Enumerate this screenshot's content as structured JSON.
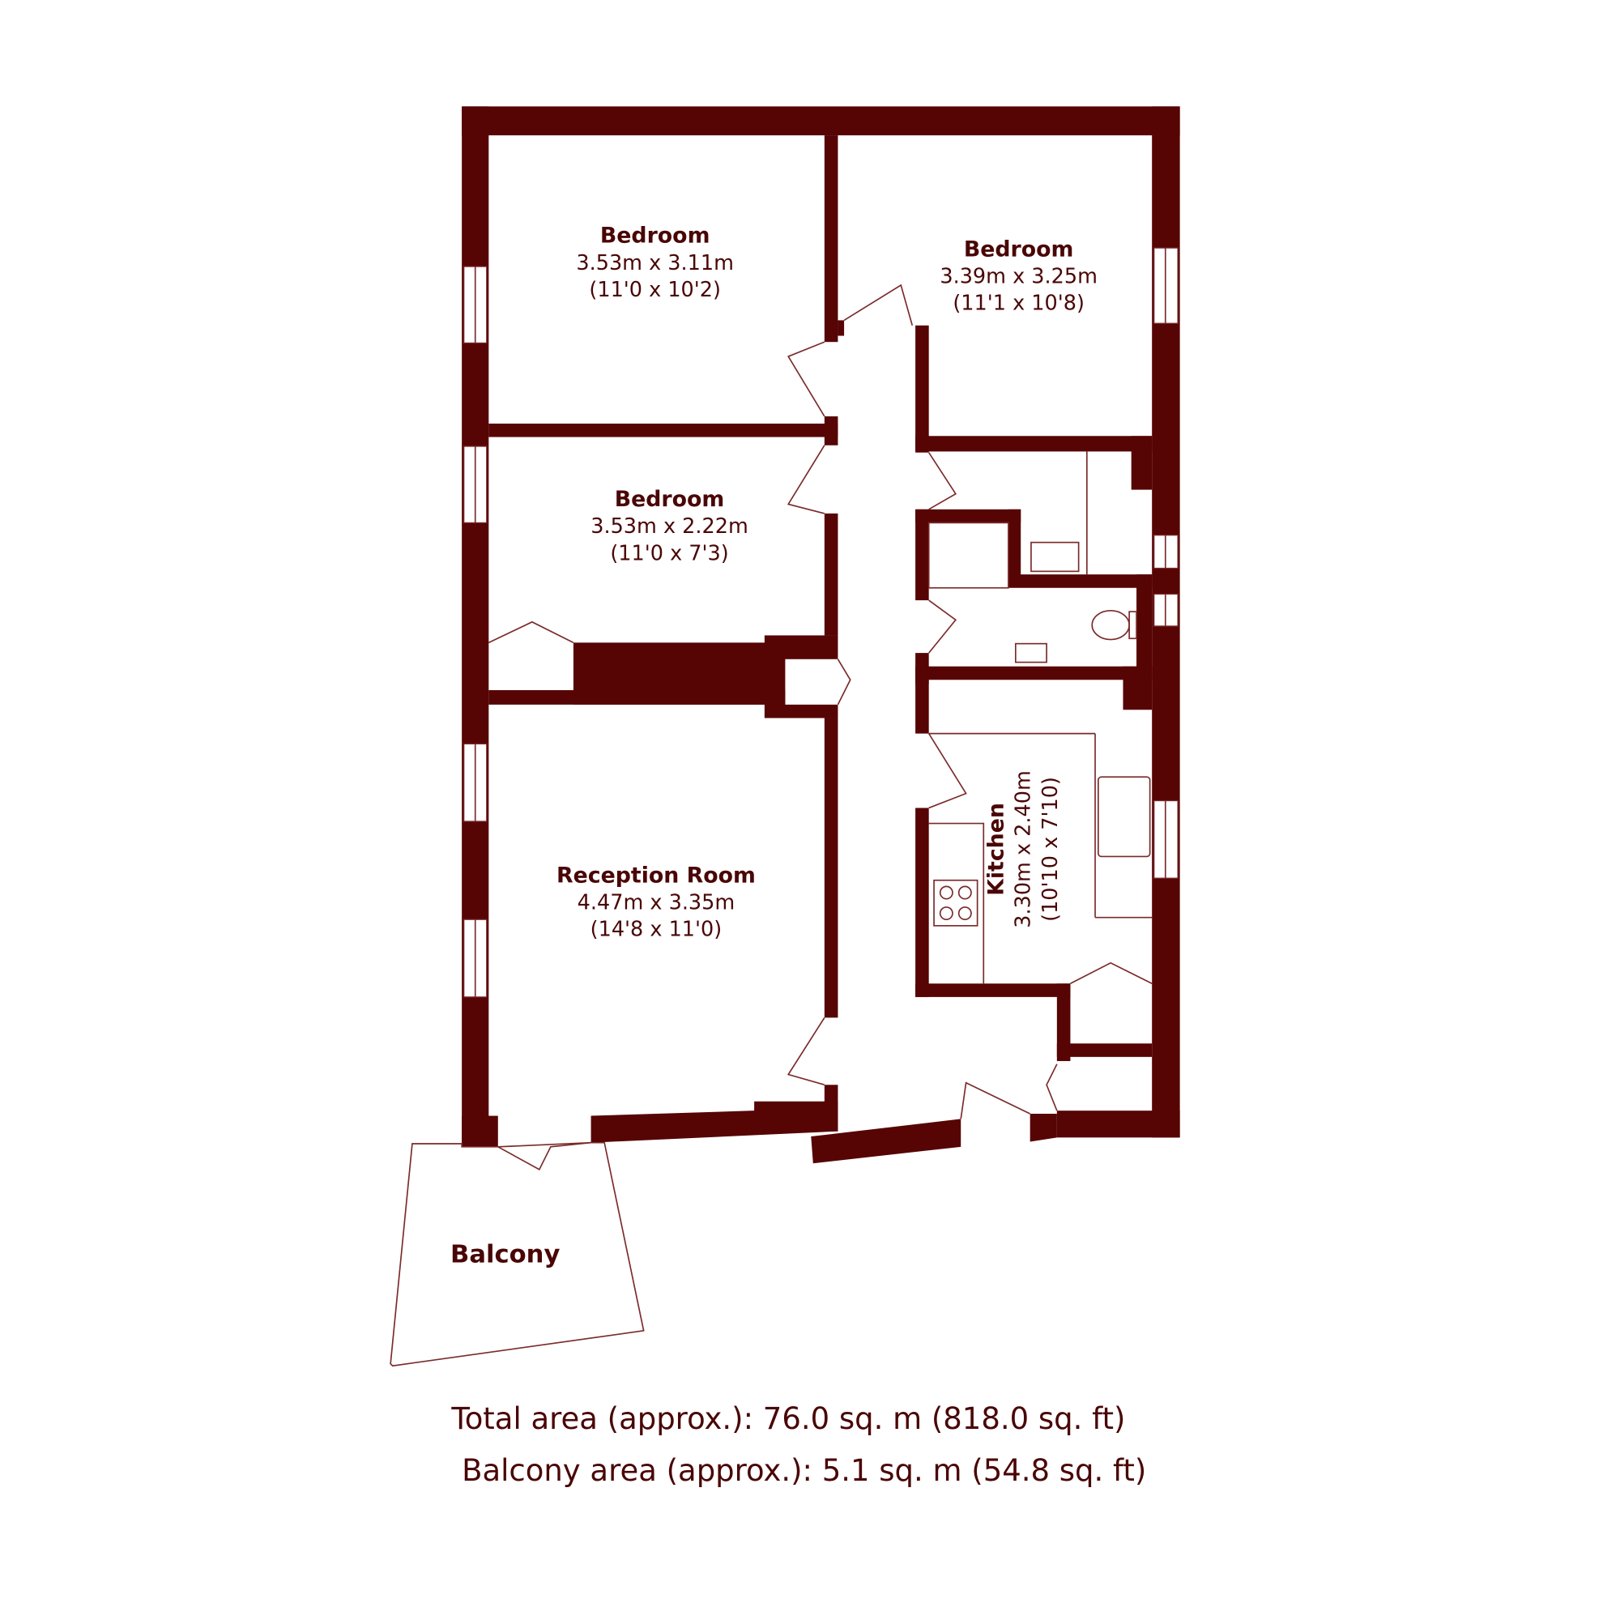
{
  "colors": {
    "wall": "#560404",
    "text": "#4a0606",
    "line": "#7a2a2a"
  },
  "rooms": {
    "bedroom1": {
      "name": "Bedroom",
      "metric": "3.53m x 3.11m",
      "imperial": "(11'0 x 10'2)"
    },
    "bedroom2": {
      "name": "Bedroom",
      "metric": "3.39m x 3.25m",
      "imperial": "(11'1 x 10'8)"
    },
    "bedroom3": {
      "name": "Bedroom",
      "metric": "3.53m x 2.22m",
      "imperial": "(11'0 x 7'3)"
    },
    "reception": {
      "name": "Reception Room",
      "metric": "4.47m x 3.35m",
      "imperial": "(14'8 x 11'0)"
    },
    "kitchen": {
      "name": "Kitchen",
      "metric": "3.30m x 2.40m",
      "imperial": "(10'10 x 7'10)"
    },
    "balcony": {
      "name": "Balcony"
    }
  },
  "totals": {
    "total_area": "Total area (approx.): 76.0 sq. m (818.0 sq. ft)",
    "balcony_area": "Balcony area (approx.): 5.1 sq. m (54.8 sq. ft)"
  }
}
